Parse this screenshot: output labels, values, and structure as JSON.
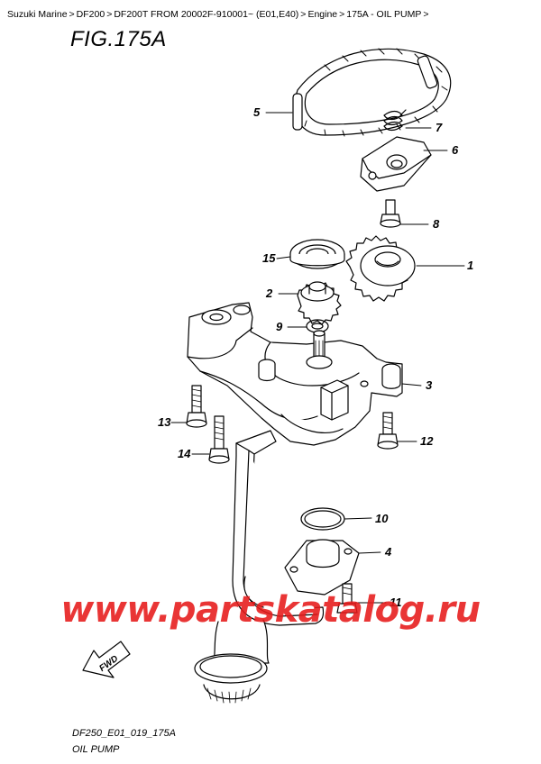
{
  "breadcrumb": [
    "Suzuki Marine",
    "DF200",
    "DF200T FROM 20002F-910001~ (E01,E40)",
    "Engine",
    "175A - OIL PUMP"
  ],
  "breadcrumb_separator": ">",
  "figure_title": "FIG.175A",
  "parts": [
    {
      "id": "1",
      "name": "driven-sprocket"
    },
    {
      "id": "2",
      "name": "drive-sprocket"
    },
    {
      "id": "3",
      "name": "oil-pump-assembly"
    },
    {
      "id": "4",
      "name": "oil-strainer"
    },
    {
      "id": "5",
      "name": "chain"
    },
    {
      "id": "6",
      "name": "chain-tensioner"
    },
    {
      "id": "7",
      "name": "spring"
    },
    {
      "id": "8",
      "name": "bolt"
    },
    {
      "id": "9",
      "name": "washer"
    },
    {
      "id": "10",
      "name": "o-ring"
    },
    {
      "id": "11",
      "name": "bolt"
    },
    {
      "id": "12",
      "name": "bolt"
    },
    {
      "id": "13",
      "name": "bolt"
    },
    {
      "id": "14",
      "name": "bolt"
    },
    {
      "id": "15",
      "name": "oil-seal"
    }
  ],
  "fwd_label": "FWD",
  "footer": {
    "code": "DF250_E01_019_175A",
    "name": "OIL PUMP"
  },
  "watermark": "www.partskatalog.ru",
  "watermark_color": "#e61919"
}
